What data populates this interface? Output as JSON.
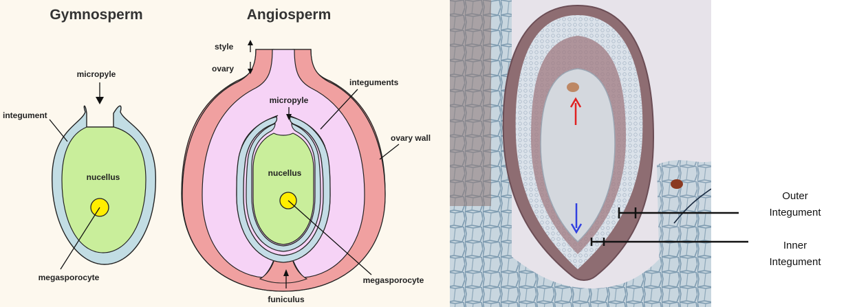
{
  "gymnosperm": {
    "title": "Gymnosperm",
    "labels": {
      "micropyle": "micropyle",
      "integument": "integument",
      "nucellus": "nucellus",
      "megasporocyte": "megasporocyte"
    }
  },
  "angiosperm": {
    "title": "Angiosperm",
    "labels": {
      "style": "style",
      "ovary": "ovary",
      "micropyle": "micropyle",
      "integuments": "integuments",
      "ovary_wall": "ovary wall",
      "nucellus": "nucellus",
      "megasporocyte": "megasporocyte",
      "funiculus": "funiculus"
    }
  },
  "micrograph": {
    "outer_integument": [
      "Outer",
      "Integument"
    ],
    "inner_integument": [
      "Inner",
      "Integument"
    ]
  },
  "colors": {
    "gymno_integument": "#c2dde4",
    "nucellus": "#c9ee9b",
    "megasporocyte": "#ffee00",
    "ovary_wall": "#f0a0a0",
    "ovary_cavity": "#f6d3f6",
    "angio_integument": "#c4dde6",
    "arrow_up": "#e02020",
    "arrow_down": "#3040e0"
  }
}
